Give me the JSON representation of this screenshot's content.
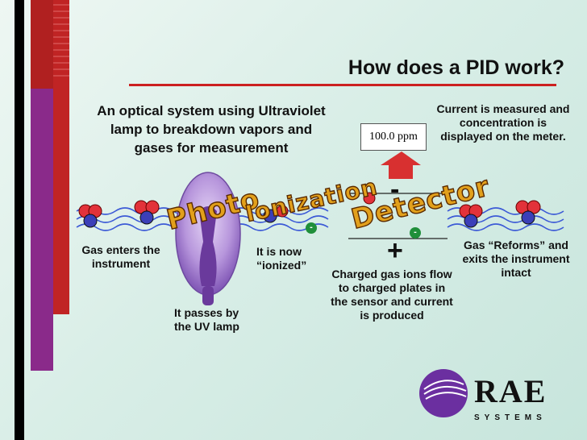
{
  "title": "How does a PID work?",
  "labels": {
    "optical": "An optical system using Ultraviolet lamp to breakdown vapors and gases for measurement",
    "current_measured": "Current is measured and concentration is displayed on the meter.",
    "gas_enters": "Gas enters the instrument",
    "passes_lamp": "It passes by the UV lamp",
    "ionized": "It is now “ionized”",
    "charged_ions": "Charged gas ions flow to charged plates in the sensor and current is produced",
    "reforms": "Gas “Reforms” and exits the instrument intact"
  },
  "meter_reading": "100.0 ppm",
  "wordart": {
    "photo": "Photo",
    "ionization": "Ionization",
    "detector": "Detector"
  },
  "plates": {
    "negative": "-",
    "positive": "+"
  },
  "electron_symbol": "-",
  "logo": {
    "name": "RAE",
    "subtitle": "SYSTEMS"
  },
  "colors": {
    "accent_red": "#cc2020",
    "ion_green": "#1f8f3a",
    "lamp_purple": "#9a6fc6",
    "logo_purple": "#6b2fa0"
  }
}
